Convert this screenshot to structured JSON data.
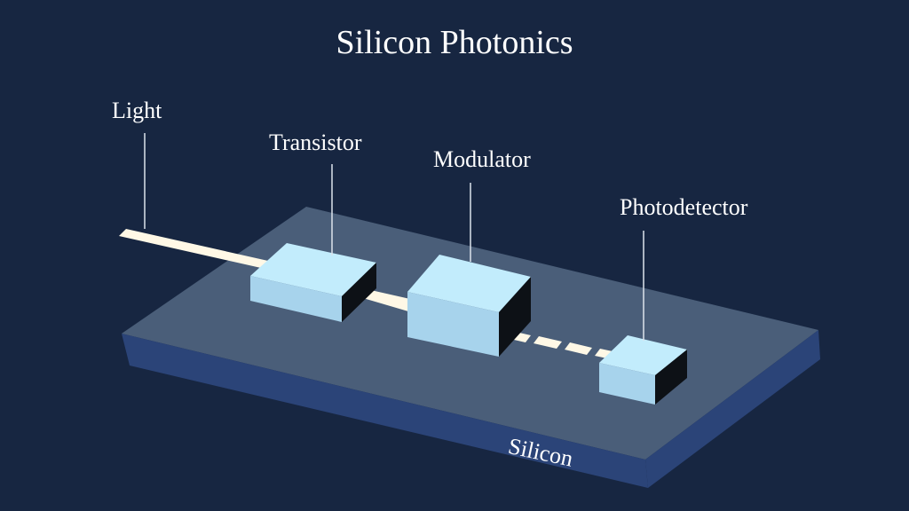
{
  "title": "Silicon Photonics",
  "labels": {
    "light": "Light",
    "transistor": "Transistor",
    "modulator": "Modulator",
    "photodetector": "Photodetector",
    "silicon": "Silicon"
  },
  "colors": {
    "background": "#172641",
    "slab_top": "#4a5e79",
    "slab_front": "#2b4478",
    "slab_side": "#2b4478",
    "block_top": "#c2ecfc",
    "block_front": "#a7d3ec",
    "block_side": "#0d1116",
    "waveguide": "#fff8e6",
    "leader_line": "#dde3ec",
    "text": "#ffffff"
  }
}
